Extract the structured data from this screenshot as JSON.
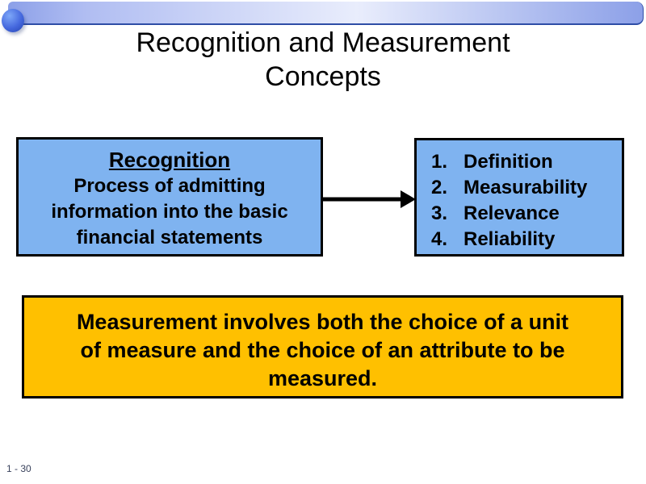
{
  "title": {
    "lines": [
      "Recognition and Measurement",
      "Concepts"
    ]
  },
  "recognition_box": {
    "heading": "Recognition",
    "body_lines": [
      "Process of admitting",
      "information into the basic",
      "financial statements"
    ]
  },
  "criteria_box": {
    "items": [
      {
        "num": "1.",
        "label": "Definition"
      },
      {
        "num": "2.",
        "label": "Measurability"
      },
      {
        "num": "3.",
        "label": "Relevance"
      },
      {
        "num": "4.",
        "label": "Reliability"
      }
    ]
  },
  "measurement_box": {
    "lines": [
      "Measurement involves both the choice of a unit",
      "of measure and the choice of an attribute to be",
      "measured."
    ]
  },
  "footer": {
    "page_number": "1 - 30"
  },
  "colors": {
    "box_blue": "#7FB3F0",
    "box_gold": "#FFC000",
    "box_border": "#000000",
    "bar_blue": "#8CA0E8",
    "bar_edge": "#2E4DA6",
    "footer_text": "#39425C"
  }
}
